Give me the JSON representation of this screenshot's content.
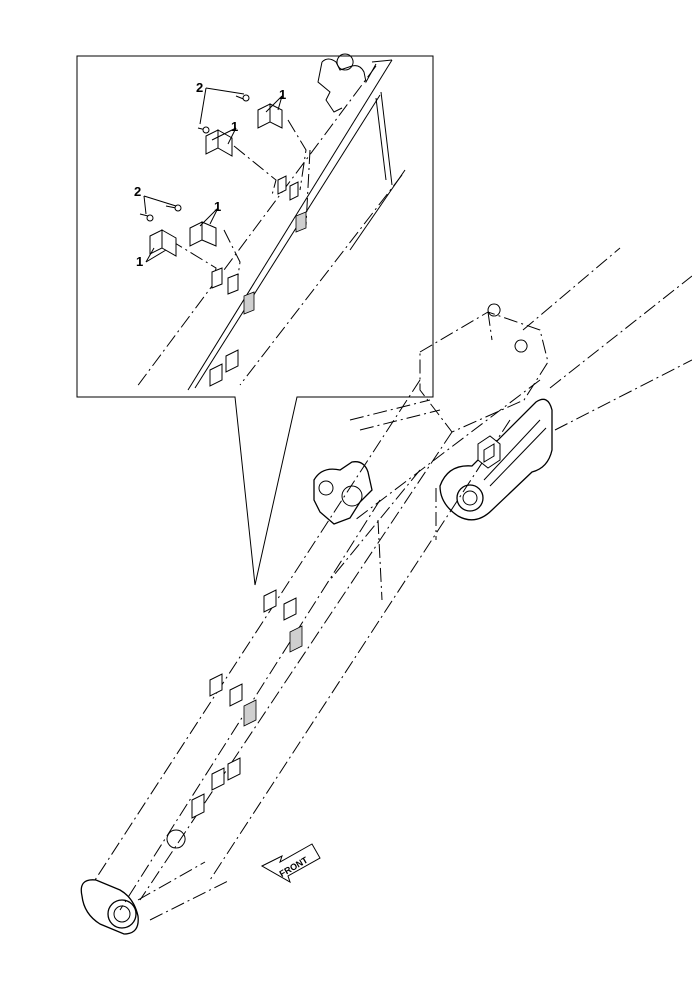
{
  "diagram": {
    "callouts": [
      {
        "id": "c1",
        "text": "2"
      },
      {
        "id": "c2",
        "text": "1"
      },
      {
        "id": "c3",
        "text": "1"
      },
      {
        "id": "c4",
        "text": "2"
      },
      {
        "id": "c5",
        "text": "1"
      },
      {
        "id": "c6",
        "text": "1"
      }
    ],
    "front_label": "FRONT"
  }
}
